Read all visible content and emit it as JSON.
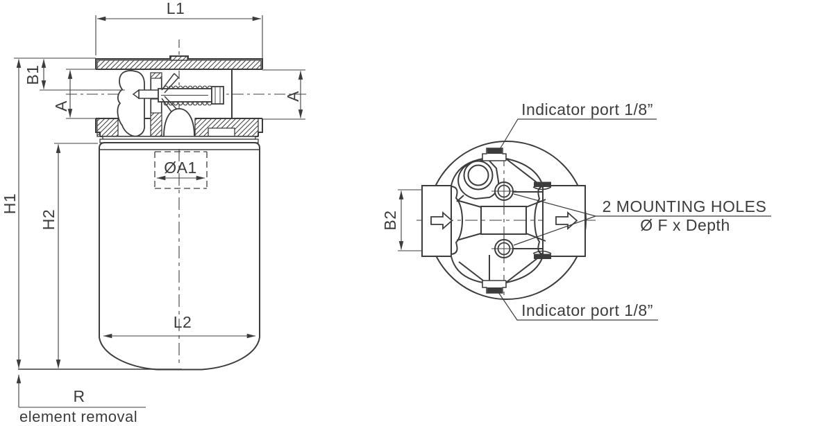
{
  "drawing": {
    "title": "spin-on filter dimensional drawing",
    "left_view": {
      "l1": "L1",
      "b1": "B1",
      "a_left": "A",
      "a_right": "A",
      "h1": "H1",
      "h2": "H2",
      "a1_dia": "ØA1",
      "l2": "L2",
      "r": "R",
      "element_removal": "element removal"
    },
    "right_view": {
      "indicator_top": "Indicator port 1/8”",
      "indicator_bottom": "Indicator port 1/8”",
      "mounting_line1": "2 MOUNTING HOLES",
      "mounting_line2": "Ø F x Depth",
      "b2": "B2"
    },
    "colors": {
      "line": "#3c3c3c",
      "background": "#ffffff"
    }
  }
}
